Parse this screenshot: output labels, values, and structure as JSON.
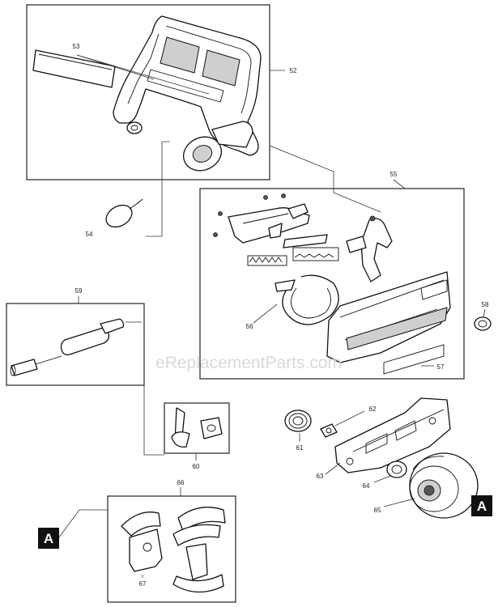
{
  "watermark": "eReplacementParts.com",
  "reference_marker": "A",
  "callouts": {
    "c52": "52",
    "c53": "53",
    "c54": "54",
    "c55": "55",
    "c56": "56",
    "c57": "57",
    "c58": "58",
    "c59": "59",
    "c60": "60",
    "c61": "61",
    "c62": "62",
    "c63": "63",
    "c64": "64",
    "c65": "65",
    "c66": "66",
    "c67": "67"
  }
}
